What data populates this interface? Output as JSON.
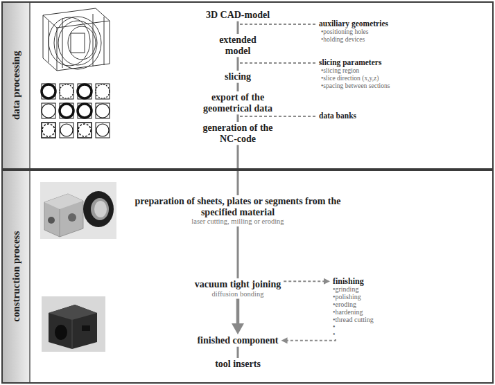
{
  "diagram": {
    "nodes": [
      {
        "text": [
          "data processing"
        ]
      },
      {
        "text": [
          "3D CAD-model"
        ],
        "in": 0
      },
      {
        "text": [
          "extended model"
        ],
        "in": 0
      },
      {
        "text": [
          "slicing"
        ],
        "in": 0
      },
      {
        "text": [
          "export of the geometrical data"
        ],
        "in": 0
      },
      {
        "text": [
          "generation of the NC-code"
        ],
        "in": 0
      },
      {
        "text": [
          "construction process"
        ]
      },
      {
        "text": [
          "preparation of sheets, plates or segments from the specified material",
          "laser cutting, milling or eroding"
        ],
        "in": 6
      },
      {
        "text": [
          "vacuum tight joining",
          "diffusion bonding"
        ],
        "in": 6
      },
      {
        "text": [
          "finishing",
          "•grinding",
          "•polishing",
          "•eroding",
          "•hardening",
          "•thread cutting",
          "•",
          "•"
        ],
        "in": 6
      },
      {
        "text": [
          "finished component"
        ],
        "in": 6
      },
      {
        "text": [
          "tool inserts"
        ],
        "in": 6
      }
    ],
    "edges": [
      {
        "from": 1,
        "to": 2,
        "arrow": "none"
      },
      {
        "from": 2,
        "to": 3,
        "arrow": "none"
      },
      {
        "from": 3,
        "to": 4,
        "arrow": "none"
      },
      {
        "from": 4,
        "to": 5,
        "arrow": "none"
      },
      {
        "from": 5,
        "to": 7,
        "arrow": "none"
      },
      {
        "from": 7,
        "to": 8,
        "arrow": "none"
      },
      {
        "from": 8,
        "to": 10,
        "arrow": "to"
      },
      {
        "from": 8,
        "to": 9,
        "arrow": "to"
      },
      {
        "from": 9,
        "to": 10,
        "arrow": "to"
      },
      {
        "from": 10,
        "to": 11,
        "arrow": "none"
      }
    ],
    "labels": [
      "auxiliary geometries",
      "•positioning holes",
      "•holding devices",
      "slicing parameters",
      "•slicing region",
      "•slice direction (x,y,z)",
      "•spacing between sections",
      "data banks"
    ]
  }
}
